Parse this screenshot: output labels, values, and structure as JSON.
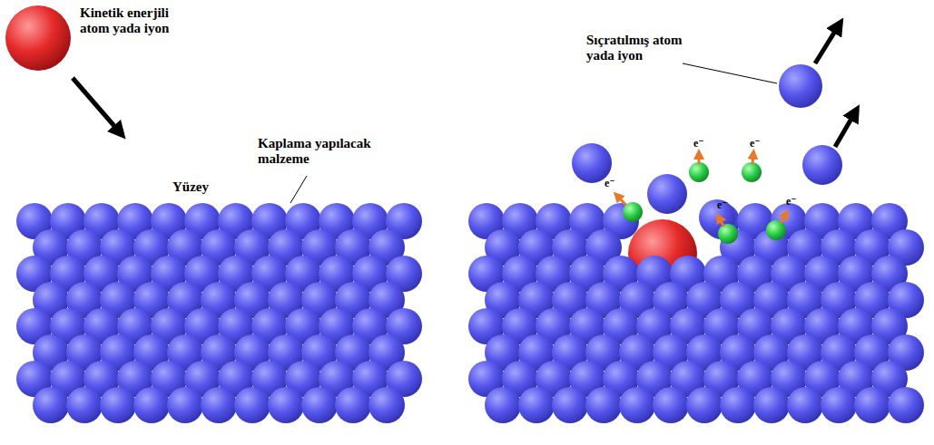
{
  "diagram": {
    "labels": [
      "Kinetik enerjili atom yada iyon",
      "Kaplama yapılacak malzeme",
      "Yüzey",
      "Sıçratılmış atom yada iyon",
      "e⁻",
      "e⁻",
      "e⁻",
      "e⁻",
      "e⁻"
    ]
  }
}
